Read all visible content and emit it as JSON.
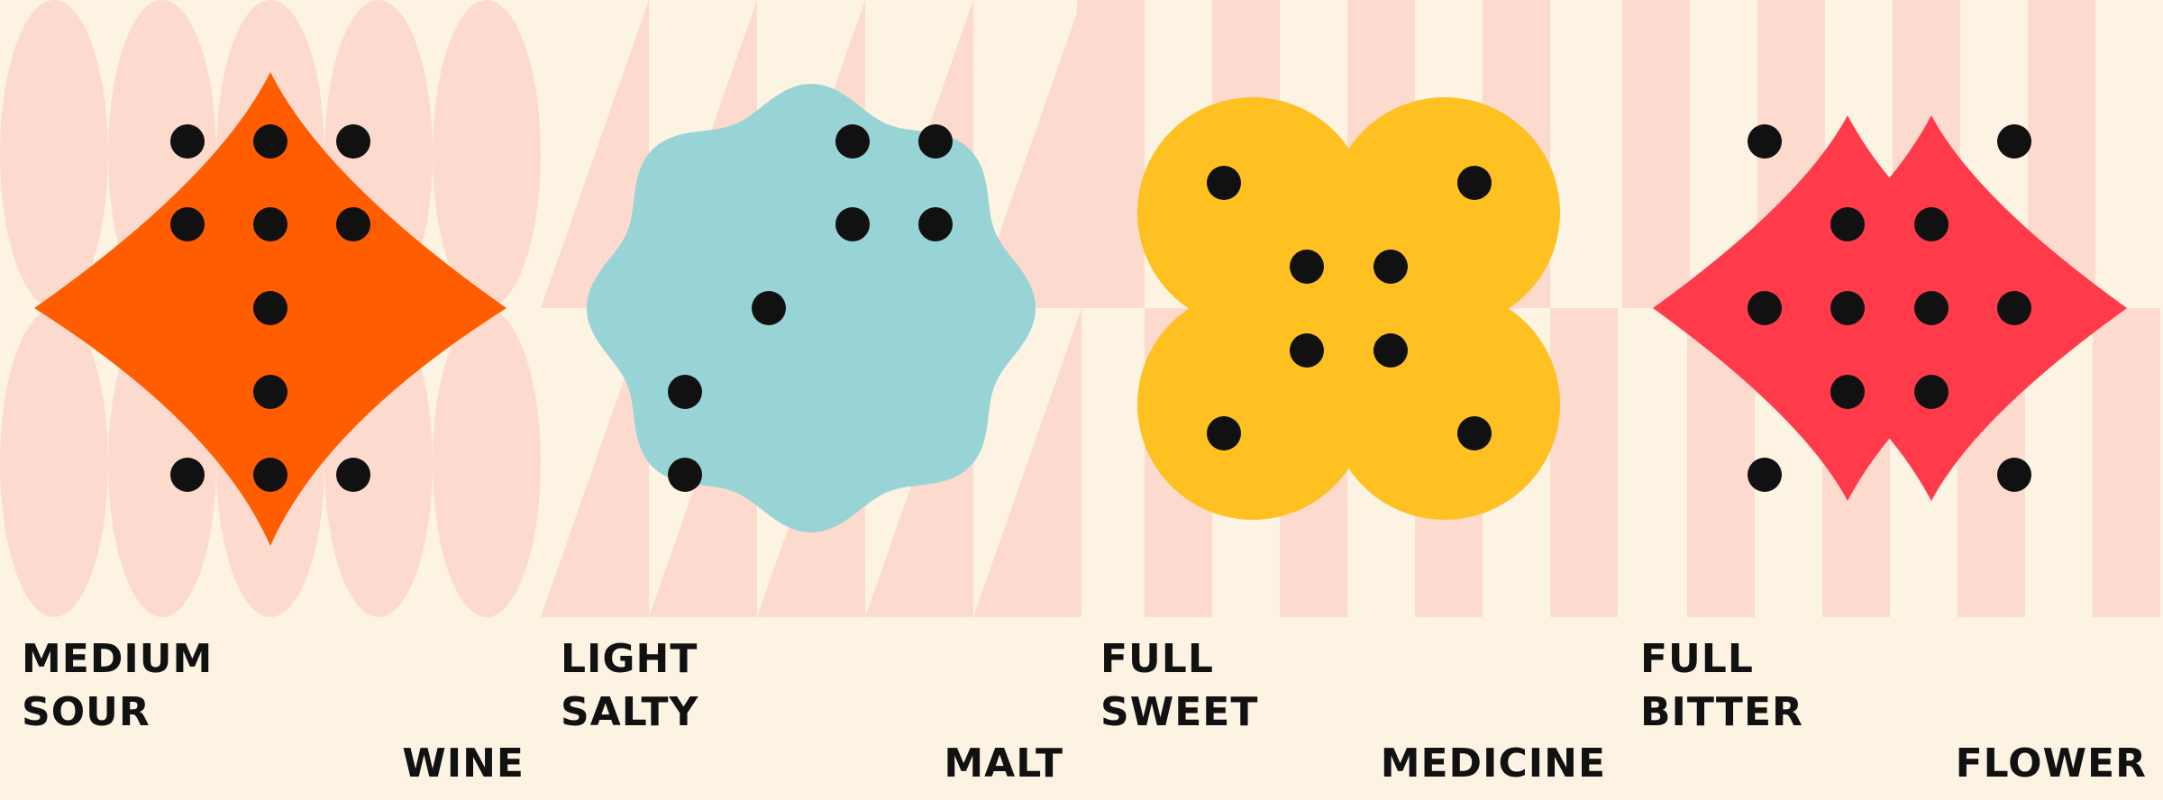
{
  "palette": {
    "background": "#fdf3e3",
    "pattern": "#fddace",
    "dot": "#111111",
    "text": "#111111"
  },
  "cards": [
    {
      "shape_icon": "four-point-star-icon",
      "pattern_icon": "oval-pattern-icon",
      "color": "#ff5d00",
      "body": "MEDIUM",
      "taste": "SOUR",
      "note": "WINE"
    },
    {
      "shape_icon": "scalloped-circle-icon",
      "pattern_icon": "diagonal-stripe-pattern-icon",
      "color": "#98d4d6",
      "body": "LIGHT",
      "taste": "SALTY",
      "note": "MALT"
    },
    {
      "shape_icon": "four-lobe-flower-icon",
      "pattern_icon": "vertical-stripe-pattern-icon",
      "color": "#ffc021",
      "body": "FULL",
      "taste": "SWEET",
      "note": "MEDICINE"
    },
    {
      "shape_icon": "twin-star-icon",
      "pattern_icon": "vertical-stripe-pattern-icon",
      "color": "#ff3b4b",
      "body": "FULL",
      "taste": "BITTER",
      "note": "FLOWER"
    }
  ]
}
